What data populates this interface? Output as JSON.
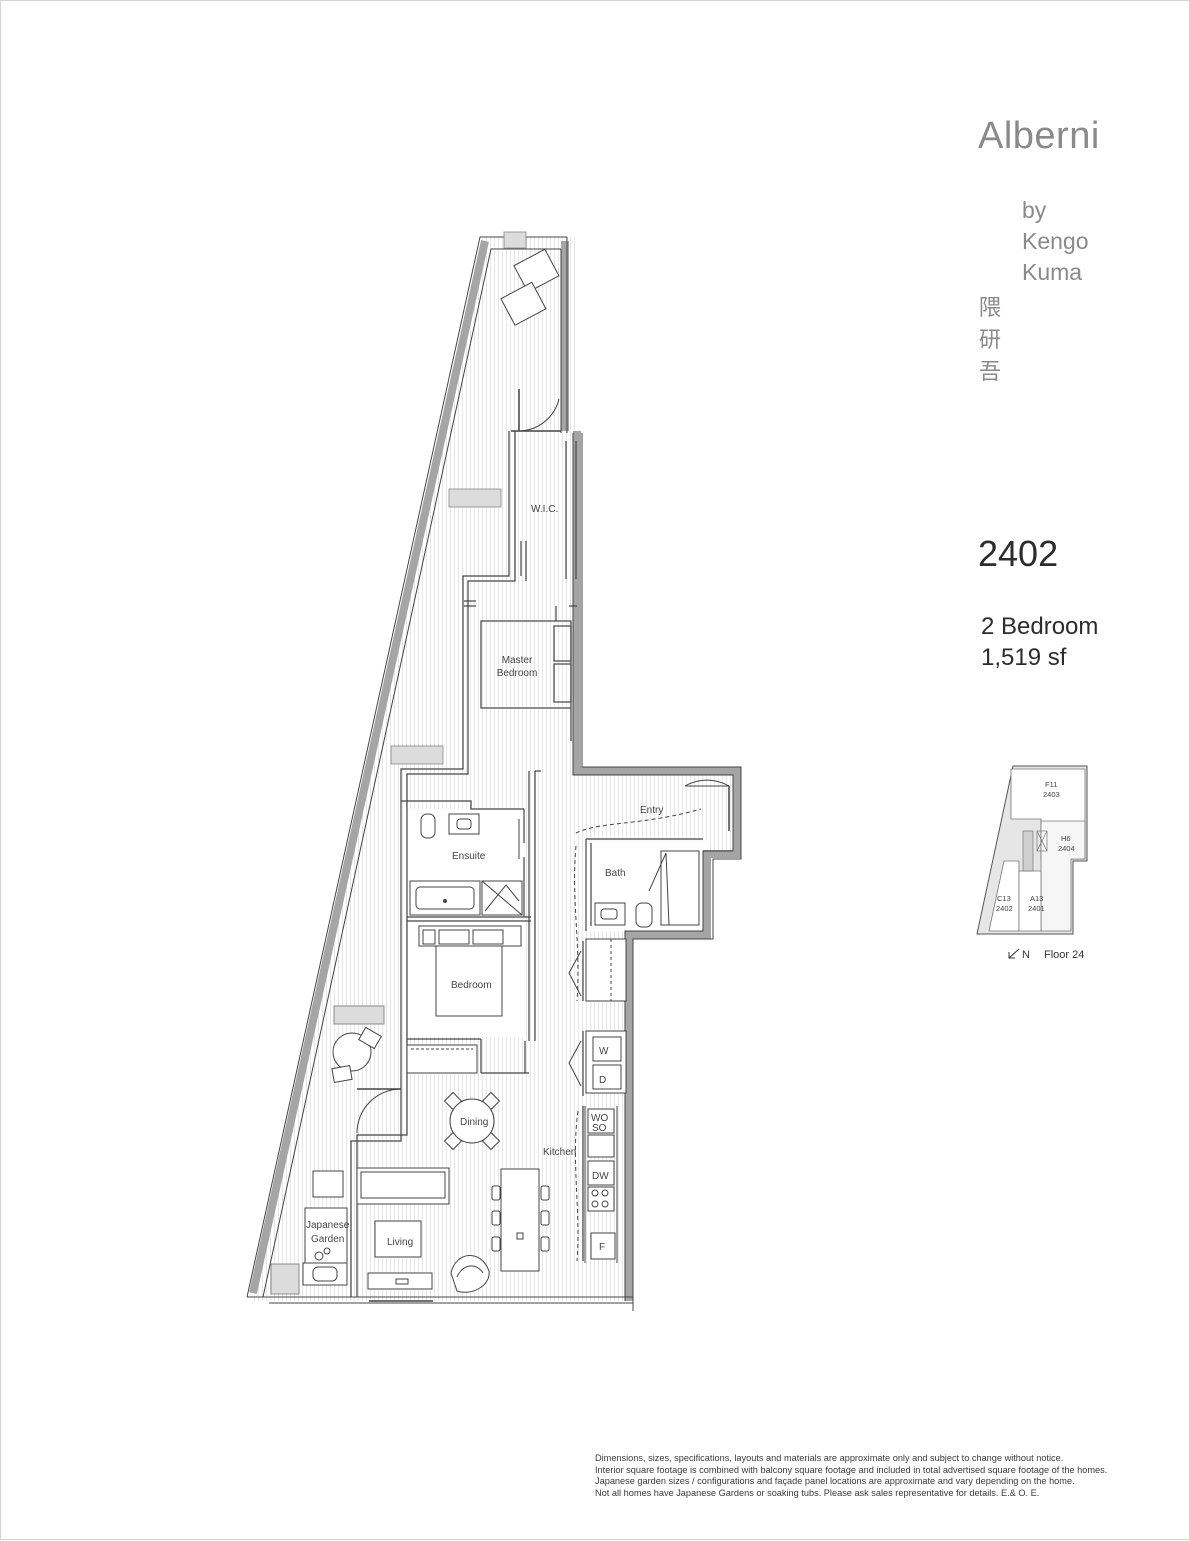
{
  "brand": {
    "title": "Alberni",
    "by_lines": [
      "by",
      "Kengo",
      "Kuma"
    ],
    "kanji": [
      "隈",
      "研",
      "吾"
    ]
  },
  "unit": {
    "number": "2402",
    "bedrooms": "2 Bedroom",
    "area": "1,519 sf"
  },
  "floorplan": {
    "rooms": {
      "wic": "W.I.C.",
      "master_1": "Master",
      "master_2": "Bedroom",
      "entry": "Entry",
      "ensuite": "Ensuite",
      "bath": "Bath",
      "bedroom": "Bedroom",
      "dining": "Dining",
      "kitchen": "Kitchen",
      "living": "Living",
      "garden_1": "Japanese",
      "garden_2": "Garden"
    },
    "appliances": {
      "washer": "W",
      "dryer": "D",
      "wall_oven": "WO",
      "steam_oven": "SO",
      "dishwasher": "DW",
      "fridge": "F"
    }
  },
  "keyplan": {
    "units": [
      {
        "code": "F11",
        "number": "2403"
      },
      {
        "code": "H6",
        "number": "2404"
      },
      {
        "code": "C13",
        "number": "2402"
      },
      {
        "code": "A13",
        "number": "2401"
      }
    ],
    "north": "N",
    "floor": "Floor 24"
  },
  "disclaimer": [
    "Dimensions, sizes, specifications, layouts and materials are approximate only and subject to change without notice.",
    "Interior square footage is combined with balcony square footage and included in total advertised square footage of the homes.",
    "Japanese garden sizes / configurations and façade panel locations are approximate and vary depending on the home.",
    "Not all homes have Japanese Gardens or soaking tubs. Please ask sales representative for details. E.& O. E."
  ]
}
